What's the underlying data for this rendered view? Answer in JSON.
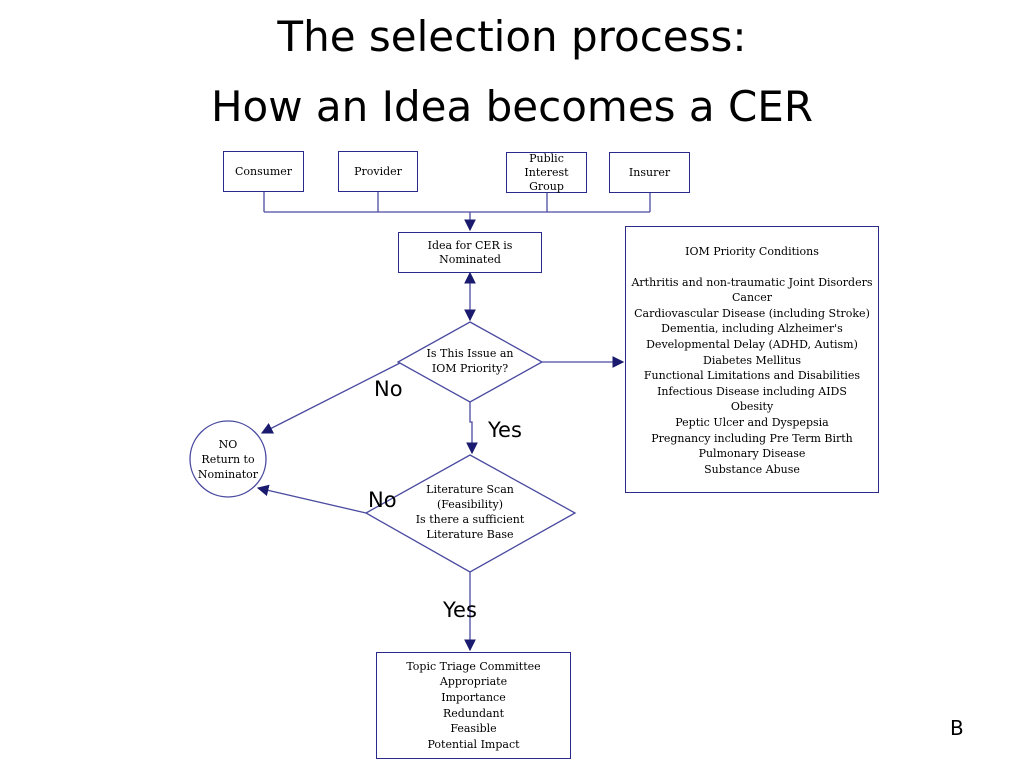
{
  "slide": {
    "title_line1": "The selection process:",
    "title_line2": "How an Idea becomes a CER",
    "corner_label": "B"
  },
  "nominators": {
    "consumer": "Consumer",
    "provider": "Provider",
    "public_interest_line1": "Public Interest",
    "public_interest_line2": "Group",
    "insurer": "Insurer"
  },
  "nominated_box": "Idea for CER is Nominated",
  "decision1": {
    "line1": "Is This Issue an",
    "line2": "IOM Priority?"
  },
  "decision2": {
    "lines": [
      "Literature Scan",
      "(Feasibility)",
      "Is there a sufficient",
      "Literature Base"
    ]
  },
  "return_circle": {
    "lines": [
      "NO",
      "Return to",
      "Nominator"
    ]
  },
  "edge_labels": {
    "no1": "No",
    "yes1": "Yes",
    "no2": "No",
    "yes2": "Yes"
  },
  "iom_conditions": {
    "heading": "IOM Priority Conditions",
    "items": [
      "Arthritis and non-traumatic Joint Disorders",
      "Cancer",
      "Cardiovascular Disease (including Stroke)",
      "Dementia, including Alzheimer's",
      "Developmental Delay (ADHD, Autism)",
      "Diabetes Mellitus",
      "Functional Limitations and Disabilities",
      "Infectious Disease including AIDS",
      "Obesity",
      "Peptic Ulcer and Dyspepsia",
      "Pregnancy including Pre Term Birth",
      "Pulmonary Disease",
      "Substance Abuse"
    ]
  },
  "triage": {
    "lines": [
      "Topic Triage Committee",
      "Appropriate",
      "Importance",
      "Redundant",
      "Feasible",
      "Potential Impact"
    ]
  },
  "colors": {
    "line": "#4a4aa0",
    "border": "#2a2a8a",
    "arrowhead": "#1a1a6e"
  }
}
